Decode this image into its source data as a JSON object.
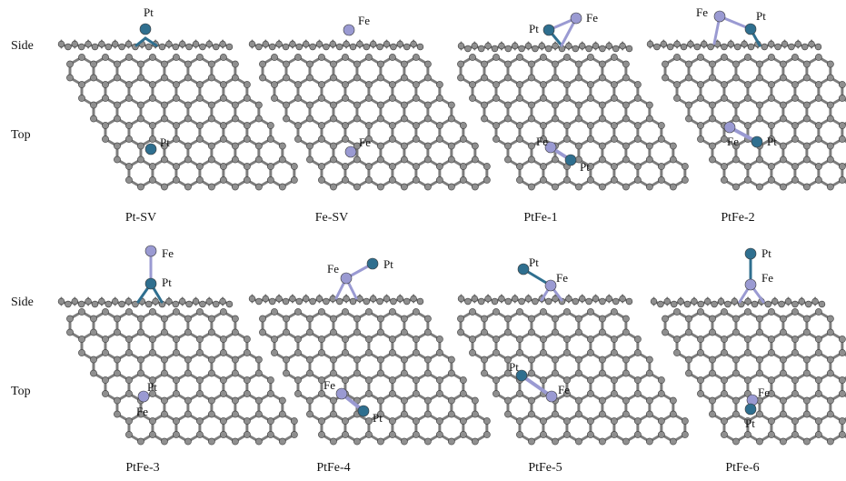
{
  "figure": {
    "row_labels": {
      "side": "Side",
      "top": "Top"
    },
    "panels": [
      {
        "caption": "Pt-SV",
        "side_labels": [
          "Pt"
        ],
        "top_labels": [
          "Pt"
        ]
      },
      {
        "caption": "Fe-SV",
        "side_labels": [
          "Fe"
        ],
        "top_labels": [
          "Fe"
        ]
      },
      {
        "caption": "PtFe-1",
        "side_labels": [
          "Pt",
          "Fe"
        ],
        "top_labels": [
          "Fe",
          "Pt"
        ]
      },
      {
        "caption": "PtFe-2",
        "side_labels": [
          "Fe",
          "Pt"
        ],
        "top_labels": [
          "Fe",
          "Pt"
        ]
      },
      {
        "caption": "PtFe-3",
        "side_labels": [
          "Fe",
          "Pt"
        ],
        "top_labels": [
          "Pt",
          "Fe"
        ]
      },
      {
        "caption": "PtFe-4",
        "side_labels": [
          "Fe",
          "Pt"
        ],
        "top_labels": [
          "Fe",
          "Pt"
        ]
      },
      {
        "caption": "PtFe-5",
        "side_labels": [
          "Pt",
          "Fe"
        ],
        "top_labels": [
          "Pt",
          "Fe"
        ]
      },
      {
        "caption": "PtFe-6",
        "side_labels": [
          "Pt",
          "Fe"
        ],
        "top_labels": [
          "Fe",
          "Pt"
        ]
      }
    ],
    "colors": {
      "carbon": "#8f8f8f",
      "carbon_bond": "#7d7d7d",
      "pt": "#2f6f8f",
      "fe": "#9a9ad2"
    }
  }
}
